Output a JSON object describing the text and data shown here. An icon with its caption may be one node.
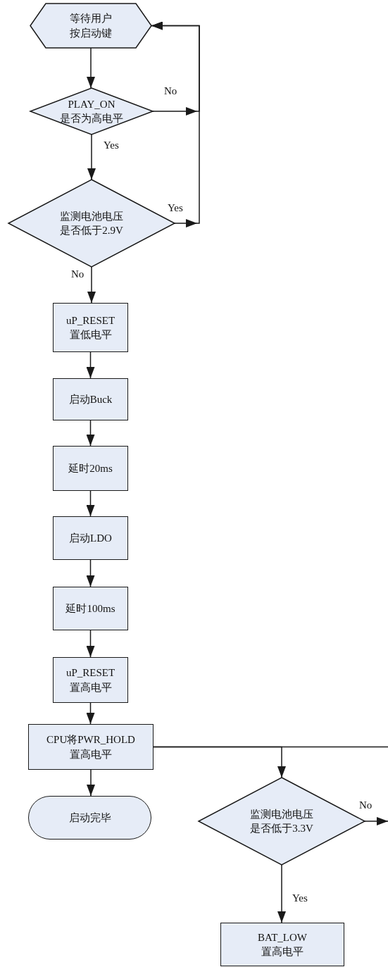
{
  "diagram": {
    "nodes": [
      {
        "text": [
          "等待用户按启动键"
        ]
      },
      {
        "text": [
          "PLAY_ON是否为高电平"
        ]
      },
      {
        "text": [
          "监测电池电压是否低于2.9V"
        ]
      },
      {
        "text": [
          "uP_RESET置低电平"
        ]
      },
      {
        "text": [
          "启动Buck"
        ]
      },
      {
        "text": [
          "延时20ms"
        ]
      },
      {
        "text": [
          "启动LDO"
        ]
      },
      {
        "text": [
          "延时100ms"
        ]
      },
      {
        "text": [
          "uP_RESET置高电平"
        ]
      },
      {
        "text": [
          "CPU将PWR_HOLD置高电平"
        ]
      },
      {
        "text": [
          "启动完毕"
        ]
      },
      {
        "text": [
          "监测电池电压是否低于3.3V"
        ]
      },
      {
        "text": [
          "BAT_LOW置高电平"
        ]
      }
    ],
    "edges": [
      {
        "from": 0,
        "to": 1,
        "arrow": "to"
      },
      {
        "from": 1,
        "to": 2,
        "arrow": "to",
        "label": "Yes"
      },
      {
        "from": 1,
        "to": 0,
        "arrow": "to",
        "label": "No"
      },
      {
        "from": 2,
        "to": 0,
        "arrow": "to",
        "label": "Yes"
      },
      {
        "from": 2,
        "to": 3,
        "arrow": "to",
        "label": "No"
      },
      {
        "from": 3,
        "to": 4,
        "arrow": "to"
      },
      {
        "from": 4,
        "to": 5,
        "arrow": "to"
      },
      {
        "from": 5,
        "to": 6,
        "arrow": "to"
      },
      {
        "from": 6,
        "to": 7,
        "arrow": "to"
      },
      {
        "from": 7,
        "to": 8,
        "arrow": "to"
      },
      {
        "from": 8,
        "to": 9,
        "arrow": "to"
      },
      {
        "from": 9,
        "to": 10,
        "arrow": "to"
      },
      {
        "from": 9,
        "to": 11,
        "arrow": "to"
      },
      {
        "from": 9,
        "to": null,
        "arrow": "none"
      },
      {
        "from": 11,
        "to": null,
        "arrow": "to",
        "label": "No"
      },
      {
        "from": 11,
        "to": 12,
        "arrow": "to",
        "label": "Yes"
      }
    ]
  }
}
